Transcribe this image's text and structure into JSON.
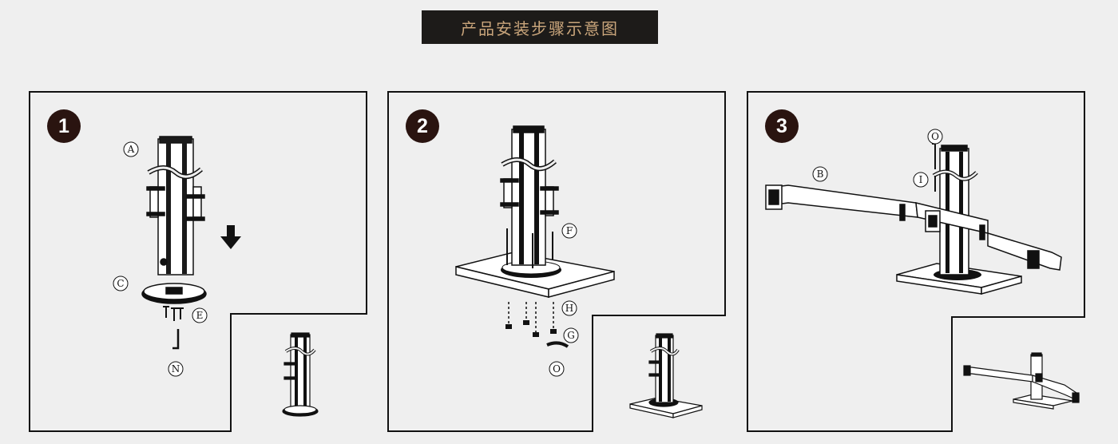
{
  "banner": {
    "title": "产品安装步骤示意图"
  },
  "steps": [
    {
      "number": "1",
      "labels": {
        "a": "A",
        "c": "C",
        "e": "E",
        "n": "N"
      }
    },
    {
      "number": "2",
      "labels": {
        "f": "F",
        "h": "H",
        "g": "G",
        "o": "O"
      }
    },
    {
      "number": "3",
      "labels": {
        "o": "O",
        "i": "I",
        "b": "B"
      }
    }
  ],
  "icons": {
    "step_badge": "filled-circle",
    "arrow": "down-arrow-icon"
  },
  "colors": {
    "banner_bg": "#1d1b19",
    "banner_text": "#c9a57b",
    "badge": "#2a1410",
    "line": "#111111"
  }
}
